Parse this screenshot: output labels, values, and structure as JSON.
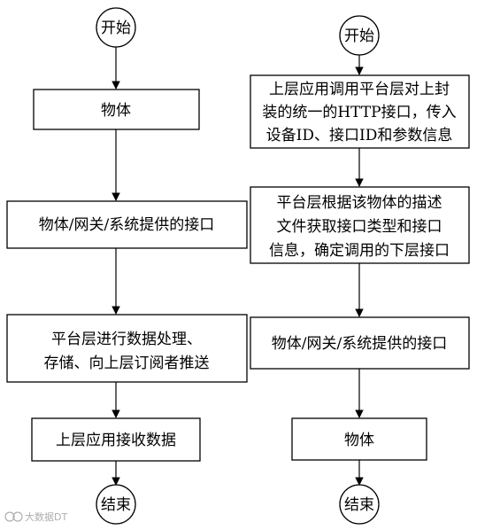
{
  "left_flow": {
    "start": "开始",
    "step1": "物体",
    "step2": "物体/网关/系统提供的接口",
    "step3": [
      "平台层进行数据处理、",
      "存储、向上层订阅者推送"
    ],
    "step4": "上层应用接收数据",
    "end": "结束"
  },
  "right_flow": {
    "start": "开始",
    "step1": [
      "上层应用调用平台层对上封",
      "装的统一的HTTP接口，传入",
      "设备ID、接口ID和参数信息"
    ],
    "step2": [
      "平台层根据该物体的描述",
      "文件获取接口类型和接口",
      "信息，确定调用的下层接口"
    ],
    "step3": "物体/网关/系统提供的接口",
    "step4": "物体",
    "end": "结束"
  },
  "watermark": "大数据DT"
}
